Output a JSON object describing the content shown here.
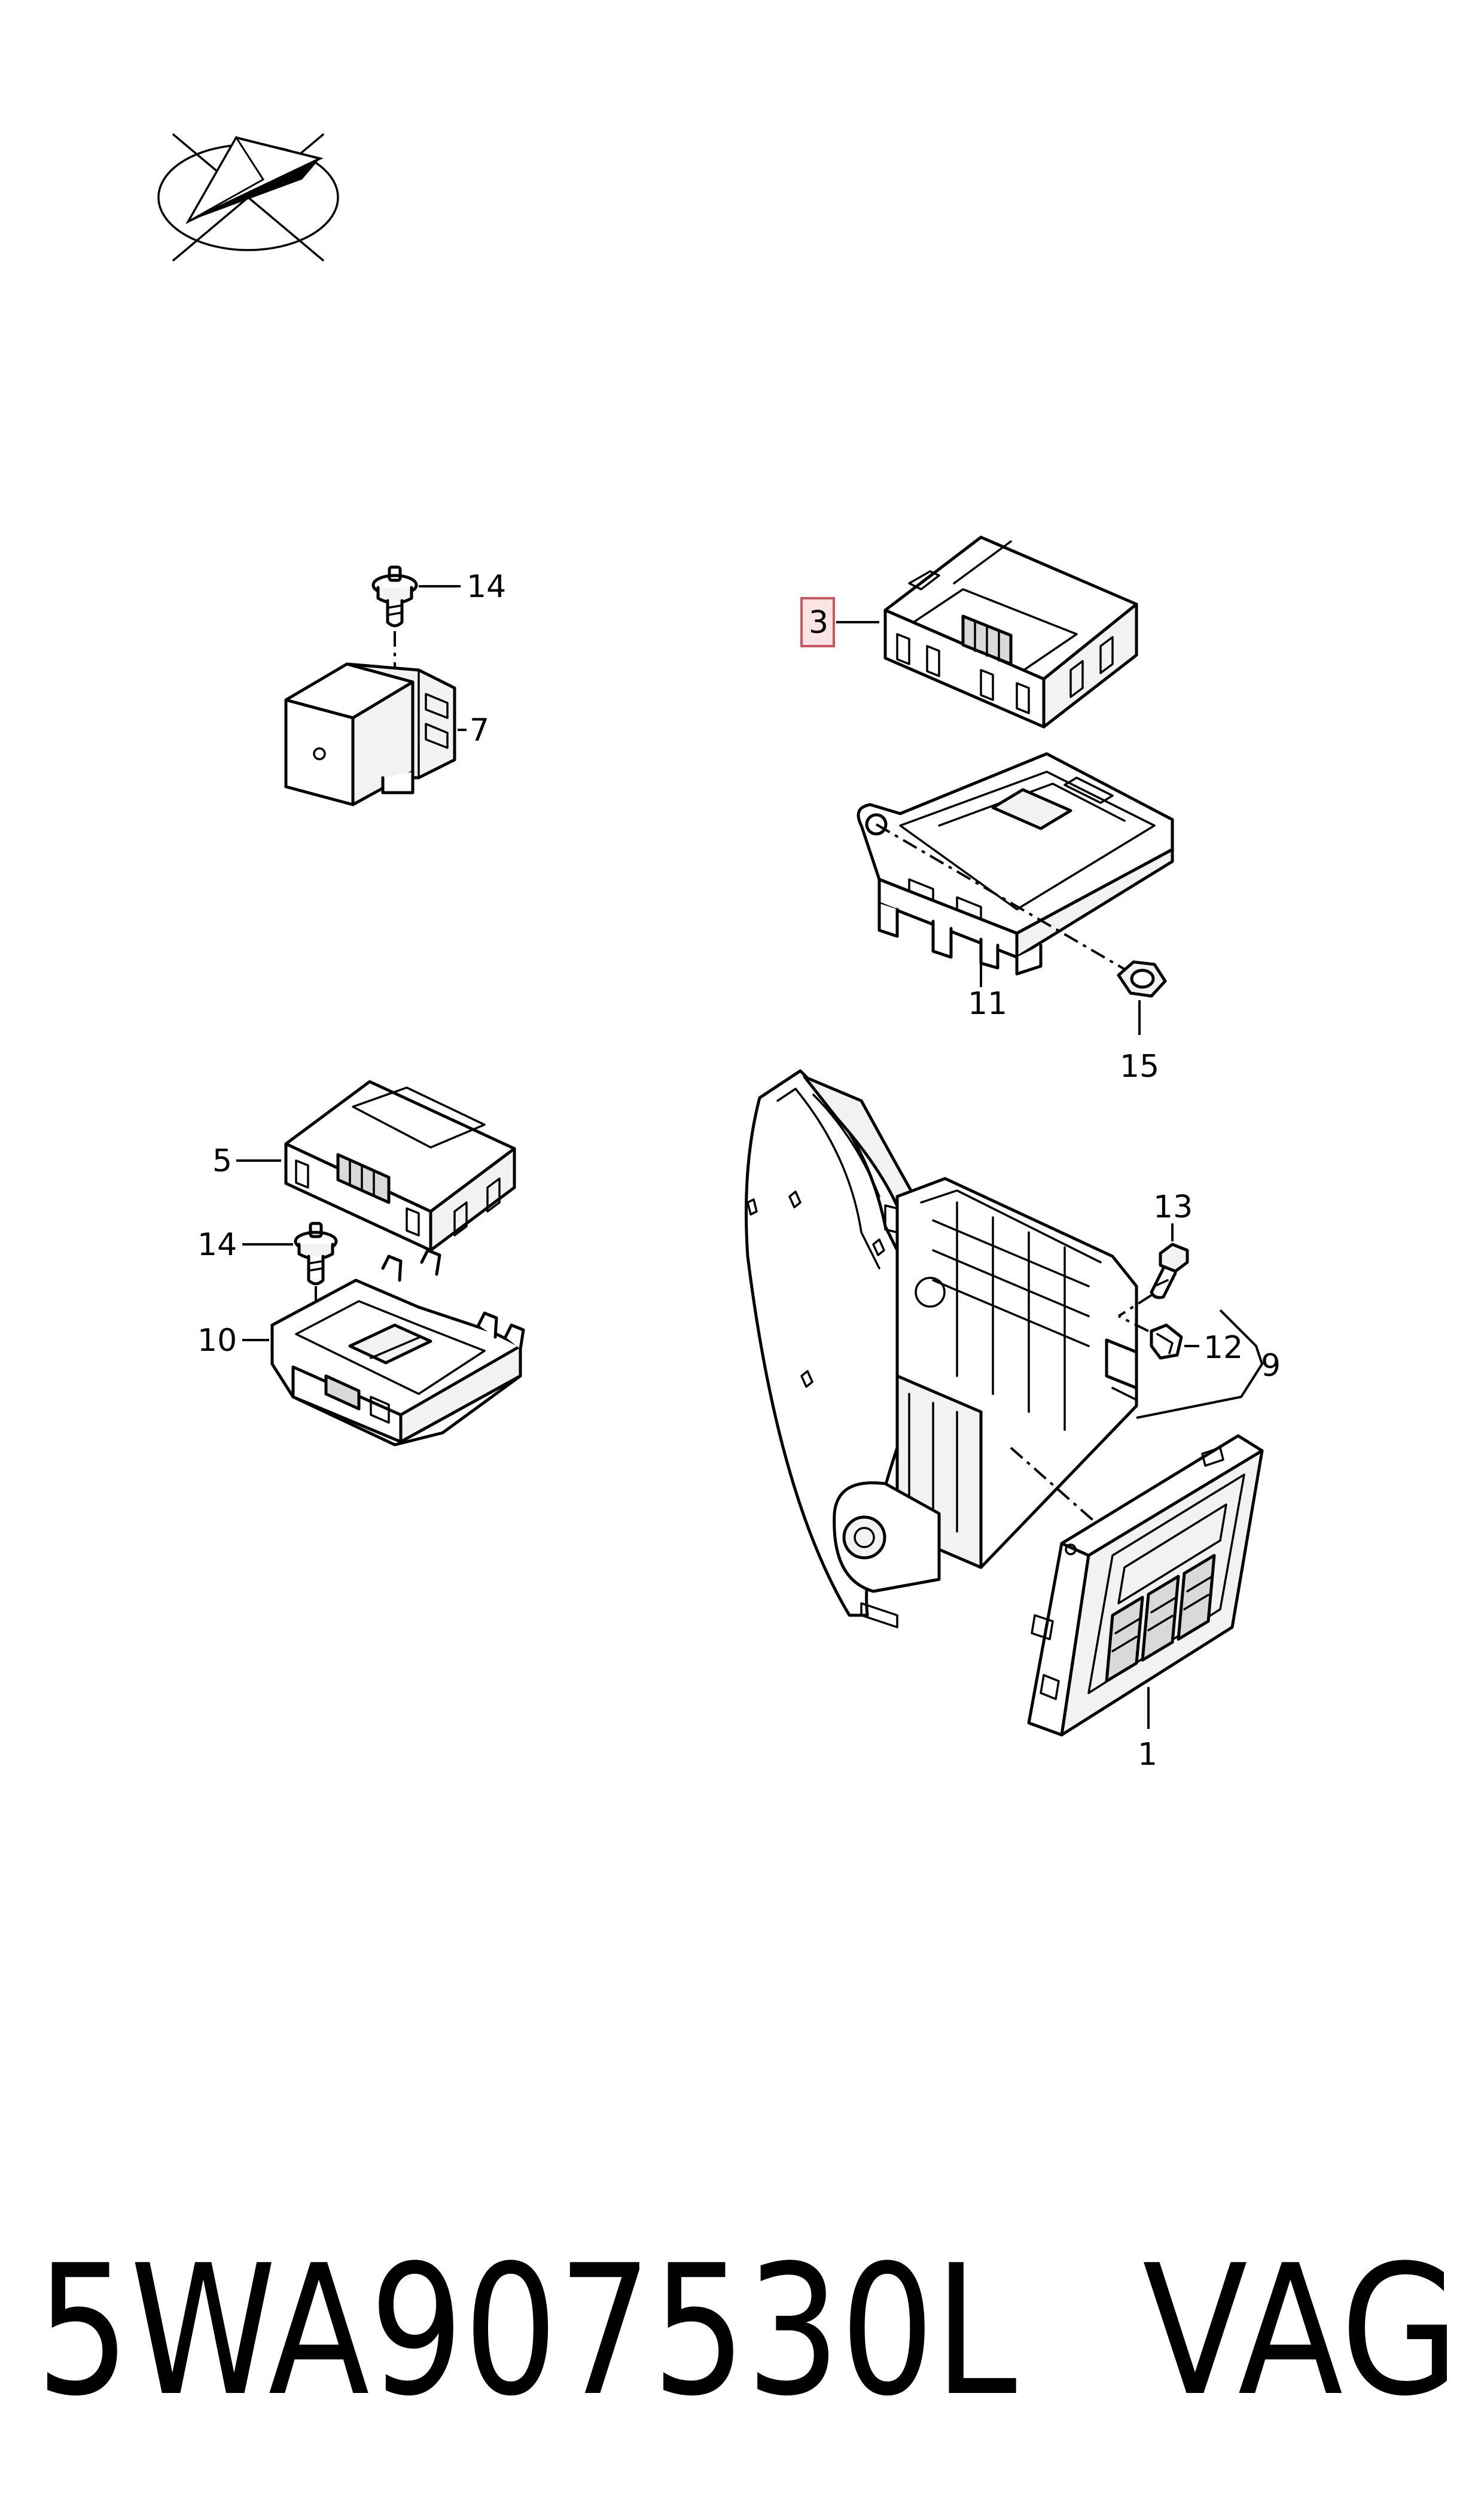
{
  "diagram": {
    "callouts": [
      {
        "id": "c1",
        "label": "1"
      },
      {
        "id": "c3",
        "label": "3",
        "highlighted": true
      },
      {
        "id": "c5",
        "label": "5"
      },
      {
        "id": "c7",
        "label": "7"
      },
      {
        "id": "c9",
        "label": "9"
      },
      {
        "id": "c10",
        "label": "10"
      },
      {
        "id": "c11",
        "label": "11"
      },
      {
        "id": "c12",
        "label": "12"
      },
      {
        "id": "c13",
        "label": "13"
      },
      {
        "id": "c14a",
        "label": "14"
      },
      {
        "id": "c14b",
        "label": "14"
      },
      {
        "id": "c15",
        "label": "15"
      }
    ],
    "highlight_color": "#c9555f"
  },
  "footer": {
    "part_number": "5WA907530L",
    "brand": "VAG"
  }
}
